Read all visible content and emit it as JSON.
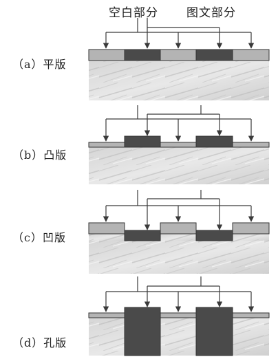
{
  "header": {
    "blank_part": "空白部分",
    "image_part": "图文部分"
  },
  "panels": [
    {
      "label": "（a）平版"
    },
    {
      "label": "（b）凸版"
    },
    {
      "label": "（c）凹版"
    },
    {
      "label": "（d）孔版"
    }
  ],
  "colors": {
    "blank_area": "#b4b4b4",
    "image_area": "#4a4a4a",
    "substrate": "#dedede",
    "arrow": "#3a3a3a"
  }
}
